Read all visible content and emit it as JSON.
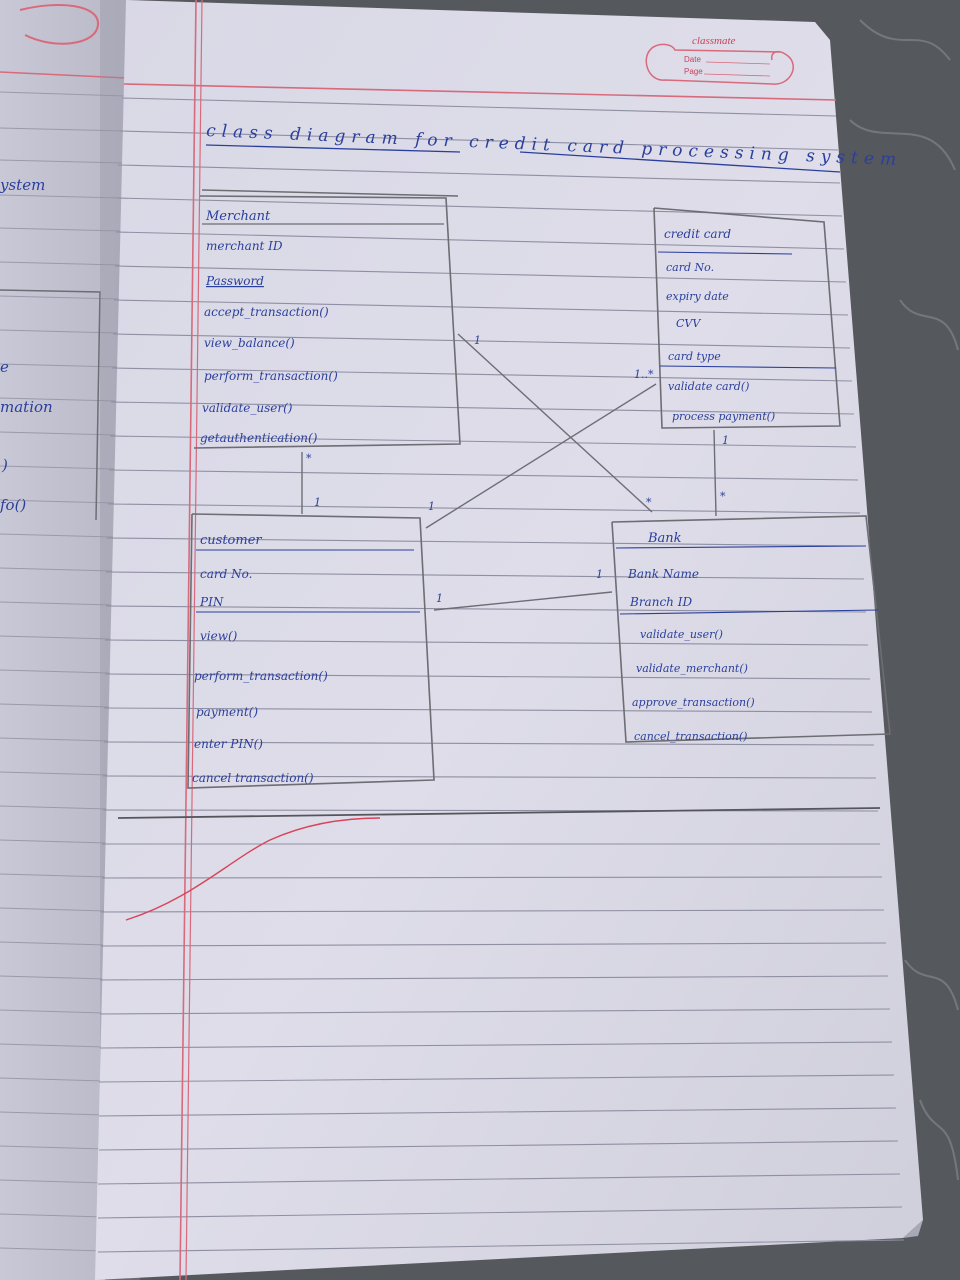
{
  "header_stamp": {
    "brand": "classmate",
    "date_label": "Date",
    "page_label": "Page"
  },
  "title": "class diagram for credit card processing system",
  "left_page_fragments": [
    "ystem",
    "e",
    "mation",
    ")",
    "fo()"
  ],
  "classes": {
    "merchant": {
      "name": "Merchant",
      "attributes": [
        "merchant ID",
        "Password"
      ],
      "methods": [
        "accept_transaction()",
        "view_balance()",
        "perform_transaction()",
        "validate_user()",
        "getauthentication()"
      ]
    },
    "credit_card": {
      "name": "credit card",
      "attributes": [
        "card No.",
        "expiry date",
        "CVV",
        "card type"
      ],
      "methods": [
        "validate card()",
        "process payment()"
      ]
    },
    "customer": {
      "name": "customer",
      "attributes": [
        "card No.",
        "PIN"
      ],
      "methods": [
        "view()",
        "perform_transaction()",
        "payment()",
        "enter PIN()",
        "cancel transaction()"
      ]
    },
    "bank": {
      "name": "Bank",
      "attributes": [
        "Bank Name",
        "Branch ID"
      ],
      "methods": [
        "validate_user()",
        "validate_merchant()",
        "approve_transaction()",
        "cancel_transaction()"
      ]
    }
  },
  "multiplicities": {
    "merchant_to_bank_start": "1",
    "merchant_to_bank_end": "*",
    "customer_to_card_start": "1",
    "customer_to_card_end": "1..*",
    "merchant_customer_top": "*",
    "merchant_customer_bottom": "1",
    "card_bank_top": "1",
    "card_bank_bottom": "*",
    "customer_bank_start": "1",
    "customer_bank_end": "1"
  },
  "colors": {
    "ink": "#2a3f9c",
    "margin_red": "#d86a7c",
    "paper": "#dcdbe8",
    "pencil": "#6d6d74"
  }
}
